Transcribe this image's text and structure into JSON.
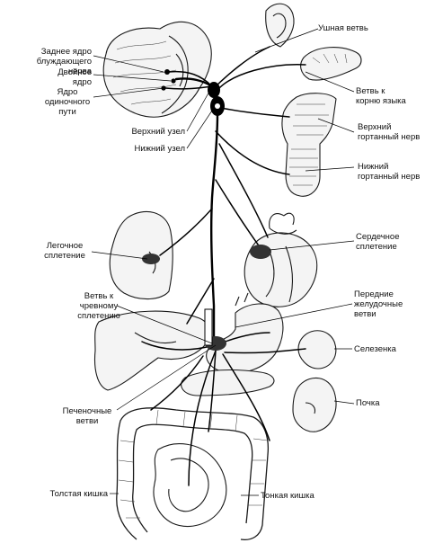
{
  "labels": {
    "ear_branch": "Ушная ветвь",
    "posterior_nucleus": "Заднее ядро\nблуждающего нерва",
    "ambiguous_nucleus": "Двойное\nядро",
    "solitary_nucleus": "Ядро\nодиночного\nпути",
    "tongue_root_branch": "Ветвь к\nкорню языка",
    "superior_ganglion": "Верхний узел",
    "inferior_ganglion": "Нижний узел",
    "superior_laryngeal": "Верхний\nгортанный нерв",
    "inferior_laryngeal": "Нижний\nгортанный нерв",
    "pulmonary_plexus": "Легочное\nсплетение",
    "cardiac_plexus": "Сердечное\nсплетение",
    "celiac_branch": "Ветвь к\nчревному\nсплетению",
    "gastric_branches": "Передние\nжелудочные\nветви",
    "spleen": "Селезенка",
    "hepatic_branches": "Печеночные\nветви",
    "kidney": "Почка",
    "colon": "Толстая кишка",
    "small_intestine": "Тонкая кишка"
  }
}
